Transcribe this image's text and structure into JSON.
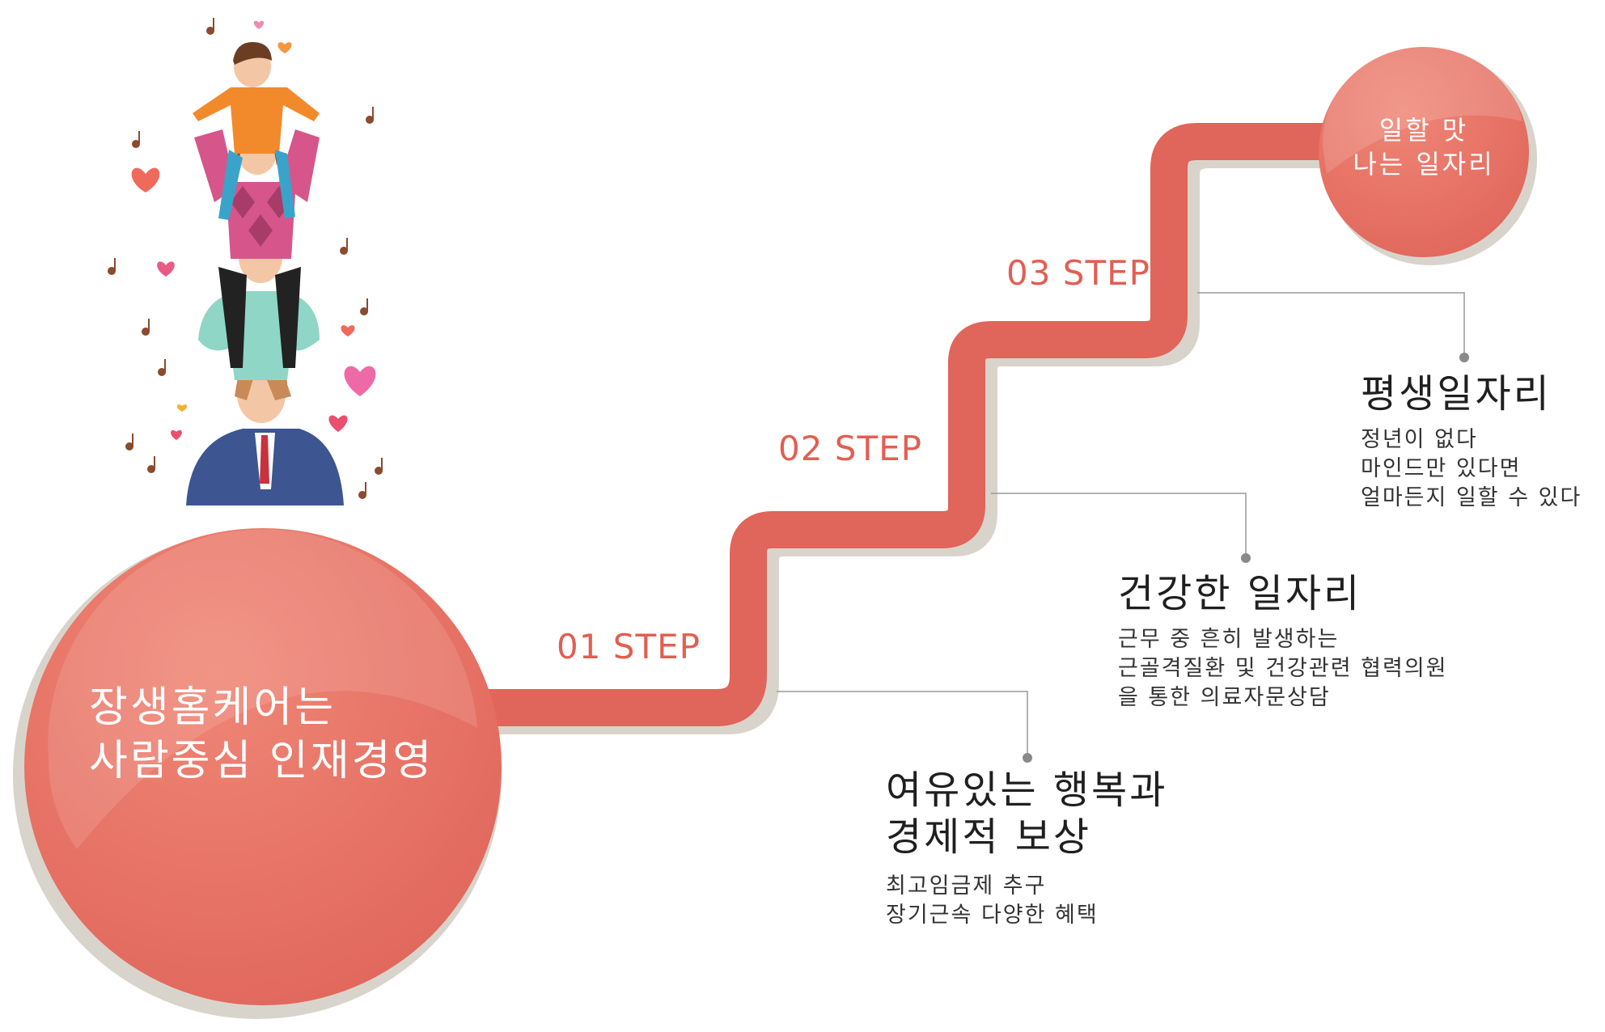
{
  "main_circle": {
    "line1": "장생홈케어는",
    "line2": "사람중심 인재경영"
  },
  "goal_circle": {
    "line1": "일할 맛",
    "line2": "나는 일자리"
  },
  "steps": [
    {
      "label": "01 STEP"
    },
    {
      "label": "02 STEP"
    },
    {
      "label": "03 STEP"
    }
  ],
  "benefits": [
    {
      "title_lines": [
        "여유있는 행복과",
        "경제적 보상"
      ],
      "desc_lines": [
        "최고임금제 추구",
        "장기근속 다양한 혜택"
      ]
    },
    {
      "title_lines": [
        "건강한 일자리"
      ],
      "desc_lines": [
        "근무 중 흔히 발생하는",
        "근골격질환 및 건강관련 협력의원",
        "을 통한 의료자문상담"
      ]
    },
    {
      "title_lines": [
        "평생일자리"
      ],
      "desc_lines": [
        "정년이 없다",
        "마인드만 있다면",
        "얼마든지 일할 수 있다"
      ]
    }
  ],
  "colors": {
    "primary": "#e0655a",
    "primary_light": "#ec8a7c",
    "shadow": "#d9d4cb",
    "step_text": "#e15f52",
    "connector": "#9a9a9a"
  }
}
